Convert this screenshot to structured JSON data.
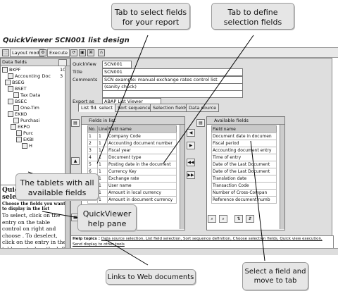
{
  "window": {
    "title": "QuickViewer SCN001 list design"
  },
  "toolbar": {
    "layout_mode": "Layout mode",
    "execute": "Execute"
  },
  "tree": {
    "header_label": "Data fields",
    "items": [
      {
        "label": "BKPF",
        "count": "10"
      },
      {
        "label": "Accounting Doc",
        "count": "3"
      },
      {
        "label": "BSEG",
        "count": ""
      },
      {
        "label": "BSET",
        "count": ""
      },
      {
        "label": "Tax Data",
        "count": ""
      },
      {
        "label": "BSEC",
        "count": ""
      },
      {
        "label": "One-Tim",
        "count": ""
      },
      {
        "label": "EKKO",
        "count": ""
      },
      {
        "label": "Purchasi",
        "count": ""
      },
      {
        "label": "EKPO",
        "count": ""
      },
      {
        "label": "Purc",
        "count": ""
      },
      {
        "label": "EKBI",
        "count": ""
      },
      {
        "label": "H",
        "count": ""
      }
    ]
  },
  "help_pane": {
    "title": "QuickViewer-Field selection",
    "subtitle": "Choose the fields you want to display in the list",
    "body": "To select, click on the entry on the table control on right and choose . To deselect, click on the entry in the table control on the left and"
  },
  "form": {
    "quickview_label": "QuickView",
    "quickview_value": "SCN001",
    "title_label": "Title",
    "title_value": "SCN001",
    "comments_label": "Comments",
    "comments_value_1": "SCN example: manual exchange rates control list",
    "comments_value_2": "(sanity check)",
    "export_label": "Export as",
    "export_value": "ABAP List Viewer"
  },
  "tabs": [
    {
      "label": "List fld. select"
    },
    {
      "label": "Sort sequence"
    },
    {
      "label": "Selection fields"
    },
    {
      "label": "Data source"
    }
  ],
  "fields_in_list": {
    "title": "Fields in list",
    "columns": [
      "No.",
      "Line",
      "Field name"
    ],
    "rows": [
      [
        "1",
        "1",
        "Company Code"
      ],
      [
        "2",
        "1",
        "Accounting document number"
      ],
      [
        "3",
        "1",
        "Fiscal year"
      ],
      [
        "4",
        "1",
        "Document type"
      ],
      [
        "5",
        "1",
        "Posting date in the document"
      ],
      [
        "6",
        "1",
        "Currency Key"
      ],
      [
        "7",
        "1",
        "Exchange rate"
      ],
      [
        "8",
        "1",
        "User name"
      ],
      [
        "9",
        "1",
        "Amount in local currency"
      ],
      [
        "10",
        "1",
        "Amount in document currency"
      ]
    ]
  },
  "available_fields": {
    "title": "Available fields",
    "column": "Field name",
    "rows": [
      "Document date in documen",
      "Fiscal period",
      "Accounting document entry",
      "Time of entry",
      "Date of the Last Document",
      "Date of the Last Document",
      "Translation date",
      "Transaction Code",
      "Number of Cross-Compan",
      "Reference document numb"
    ]
  },
  "help_bar": {
    "label": "Help topics :",
    "links": "Data source selection, List field selection, Sort sequence definition, Choose selection fields, Quick view execution, Send display to other tools"
  },
  "callouts": {
    "tab_select": "Tab to select fields for your report",
    "tab_define": "Tab to define selection fields",
    "tablets": "The tablets with all available fields",
    "help_pane": "QuickViewer help pane",
    "links": "Links to Web documents",
    "select_move": "Select a field and move to tab"
  }
}
